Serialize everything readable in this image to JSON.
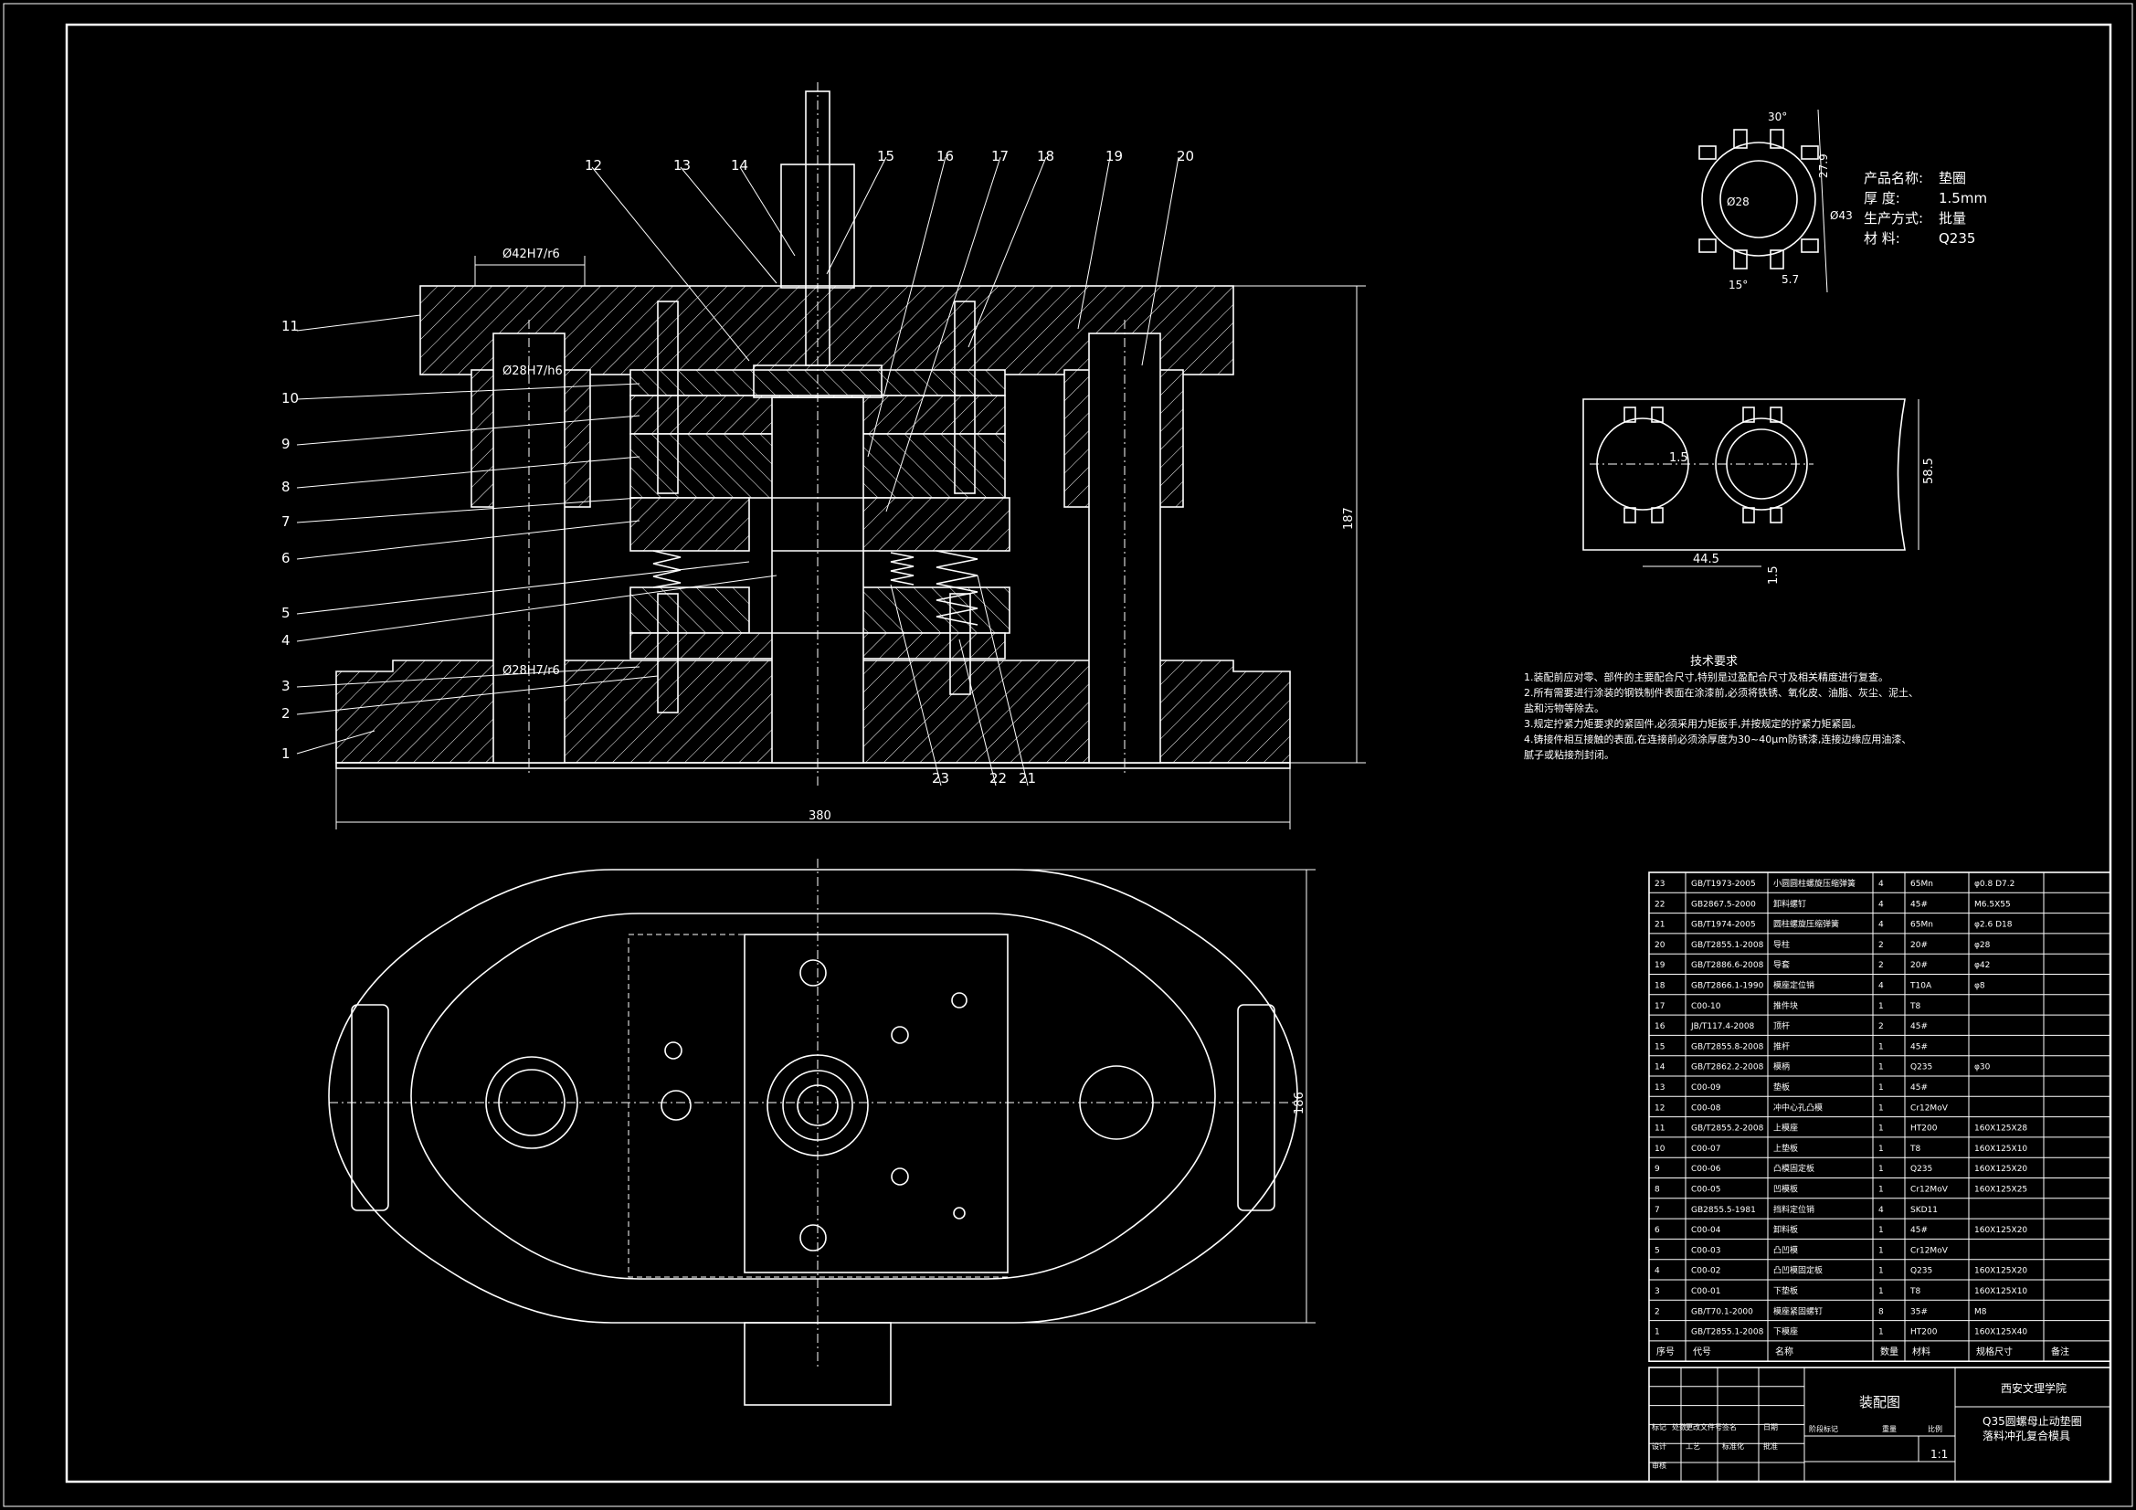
{
  "callouts": [
    "1",
    "2",
    "3",
    "4",
    "5",
    "6",
    "7",
    "8",
    "9",
    "10",
    "11",
    "12",
    "13",
    "14",
    "15",
    "16",
    "17",
    "18",
    "19",
    "20",
    "21",
    "22",
    "23"
  ],
  "dims": {
    "d42": "Ø42H7/r6",
    "d28a": "Ø28H7/h6",
    "d28b": "Ø28H7/r6",
    "height": "187",
    "width": "380",
    "plan_height": "186"
  },
  "part_sketch": {
    "dims": [
      "30°",
      "27.9",
      "Ø28",
      "Ø43",
      "15°",
      "5.7"
    ],
    "info": [
      {
        "label": "产品名称:",
        "value": "垫圈"
      },
      {
        "label": "厚    度:",
        "value": "1.5mm"
      },
      {
        "label": "生产方式:",
        "value": "批量"
      },
      {
        "label": "材    料:",
        "value": "Q235"
      }
    ]
  },
  "strip": {
    "dims": [
      "1.5",
      "58.5",
      "44.5",
      "1.5"
    ]
  },
  "tech_req": {
    "title": "技术要求",
    "lines": [
      "1.装配前应对零、部件的主要配合尺寸,特别是过盈配合尺寸及相关精度进行复查。",
      "2.所有需要进行涂装的钢铁制件表面在涂漆前,必须将铁锈、氧化皮、油脂、灰尘、泥土、",
      "盐和污物等除去。",
      "3.规定拧紧力矩要求的紧固件,必须采用力矩扳手,并按规定的拧紧力矩紧固。",
      "4.铸接件相互接触的表面,在连接前必须涂厚度为30~40μm防锈漆,连接边缘应用油漆、",
      "腻子或粘接剂封闭。"
    ]
  },
  "bom": {
    "rows": [
      [
        "23",
        "GB/T1973-2005",
        "小圆圆柱螺旋压缩弹簧",
        "4",
        "65Mn",
        "φ0.8 D7.2"
      ],
      [
        "22",
        "GB2867.5-2000",
        "卸料螺钉",
        "4",
        "45#",
        "M6.5X55"
      ],
      [
        "21",
        "GB/T1974-2005",
        "圆柱螺旋压缩弹簧",
        "4",
        "65Mn",
        "φ2.6 D18"
      ],
      [
        "20",
        "GB/T2855.1-2008",
        "导柱",
        "2",
        "20#",
        "φ28"
      ],
      [
        "19",
        "GB/T2886.6-2008",
        "导套",
        "2",
        "20#",
        "φ42"
      ],
      [
        "18",
        "GB/T2866.1-1990",
        "模座定位销",
        "4",
        "T10A",
        "φ8"
      ],
      [
        "17",
        "C00-10",
        "推件块",
        "1",
        "T8",
        ""
      ],
      [
        "16",
        "JB/T117.4-2008",
        "顶杆",
        "2",
        "45#",
        ""
      ],
      [
        "15",
        "GB/T2855.8-2008",
        "推杆",
        "1",
        "45#",
        ""
      ],
      [
        "14",
        "GB/T2862.2-2008",
        "模柄",
        "1",
        "Q235",
        "φ30"
      ],
      [
        "13",
        "C00-09",
        "垫板",
        "1",
        "45#",
        ""
      ],
      [
        "12",
        "C00-08",
        "冲中心孔凸模",
        "1",
        "Cr12MoV",
        ""
      ],
      [
        "11",
        "GB/T2855.2-2008",
        "上模座",
        "1",
        "HT200",
        "160X125X28"
      ],
      [
        "10",
        "C00-07",
        "上垫板",
        "1",
        "T8",
        "160X125X10"
      ],
      [
        "9",
        "C00-06",
        "凸模固定板",
        "1",
        "Q235",
        "160X125X20"
      ],
      [
        "8",
        "C00-05",
        "凹模板",
        "1",
        "Cr12MoV",
        "160X125X25"
      ],
      [
        "7",
        "GB2855.5-1981",
        "挡料定位销",
        "4",
        "SKD11",
        ""
      ],
      [
        "6",
        "C00-04",
        "卸料板",
        "1",
        "45#",
        "160X125X20"
      ],
      [
        "5",
        "C00-03",
        "凸凹模",
        "1",
        "Cr12MoV",
        ""
      ],
      [
        "4",
        "C00-02",
        "凸凹模固定板",
        "1",
        "Q235",
        "160X125X20"
      ],
      [
        "3",
        "C00-01",
        "下垫板",
        "1",
        "T8",
        "160X125X10"
      ],
      [
        "2",
        "GB/T70.1-2000",
        "模座紧固螺钉",
        "8",
        "35#",
        "M8"
      ],
      [
        "1",
        "GB/T2855.1-2008",
        "下模座",
        "1",
        "HT200",
        "160X125X40"
      ]
    ],
    "header": [
      "序号",
      "代号",
      "名称",
      "数量",
      "材料",
      "规格尺寸",
      "备注"
    ]
  },
  "title_block": {
    "drawing": "装配图",
    "school": "西安文理学院",
    "product_line1": "Q35圆螺母止动垫圈",
    "product_line2": "落料冲孔复合模具",
    "scale": "1:1",
    "labels": [
      "标记",
      "处数",
      "更改文件号",
      "签名",
      "日期",
      "设计",
      "审核",
      "工艺",
      "标准化",
      "批准",
      "阶段标记",
      "重量",
      "比例"
    ]
  }
}
